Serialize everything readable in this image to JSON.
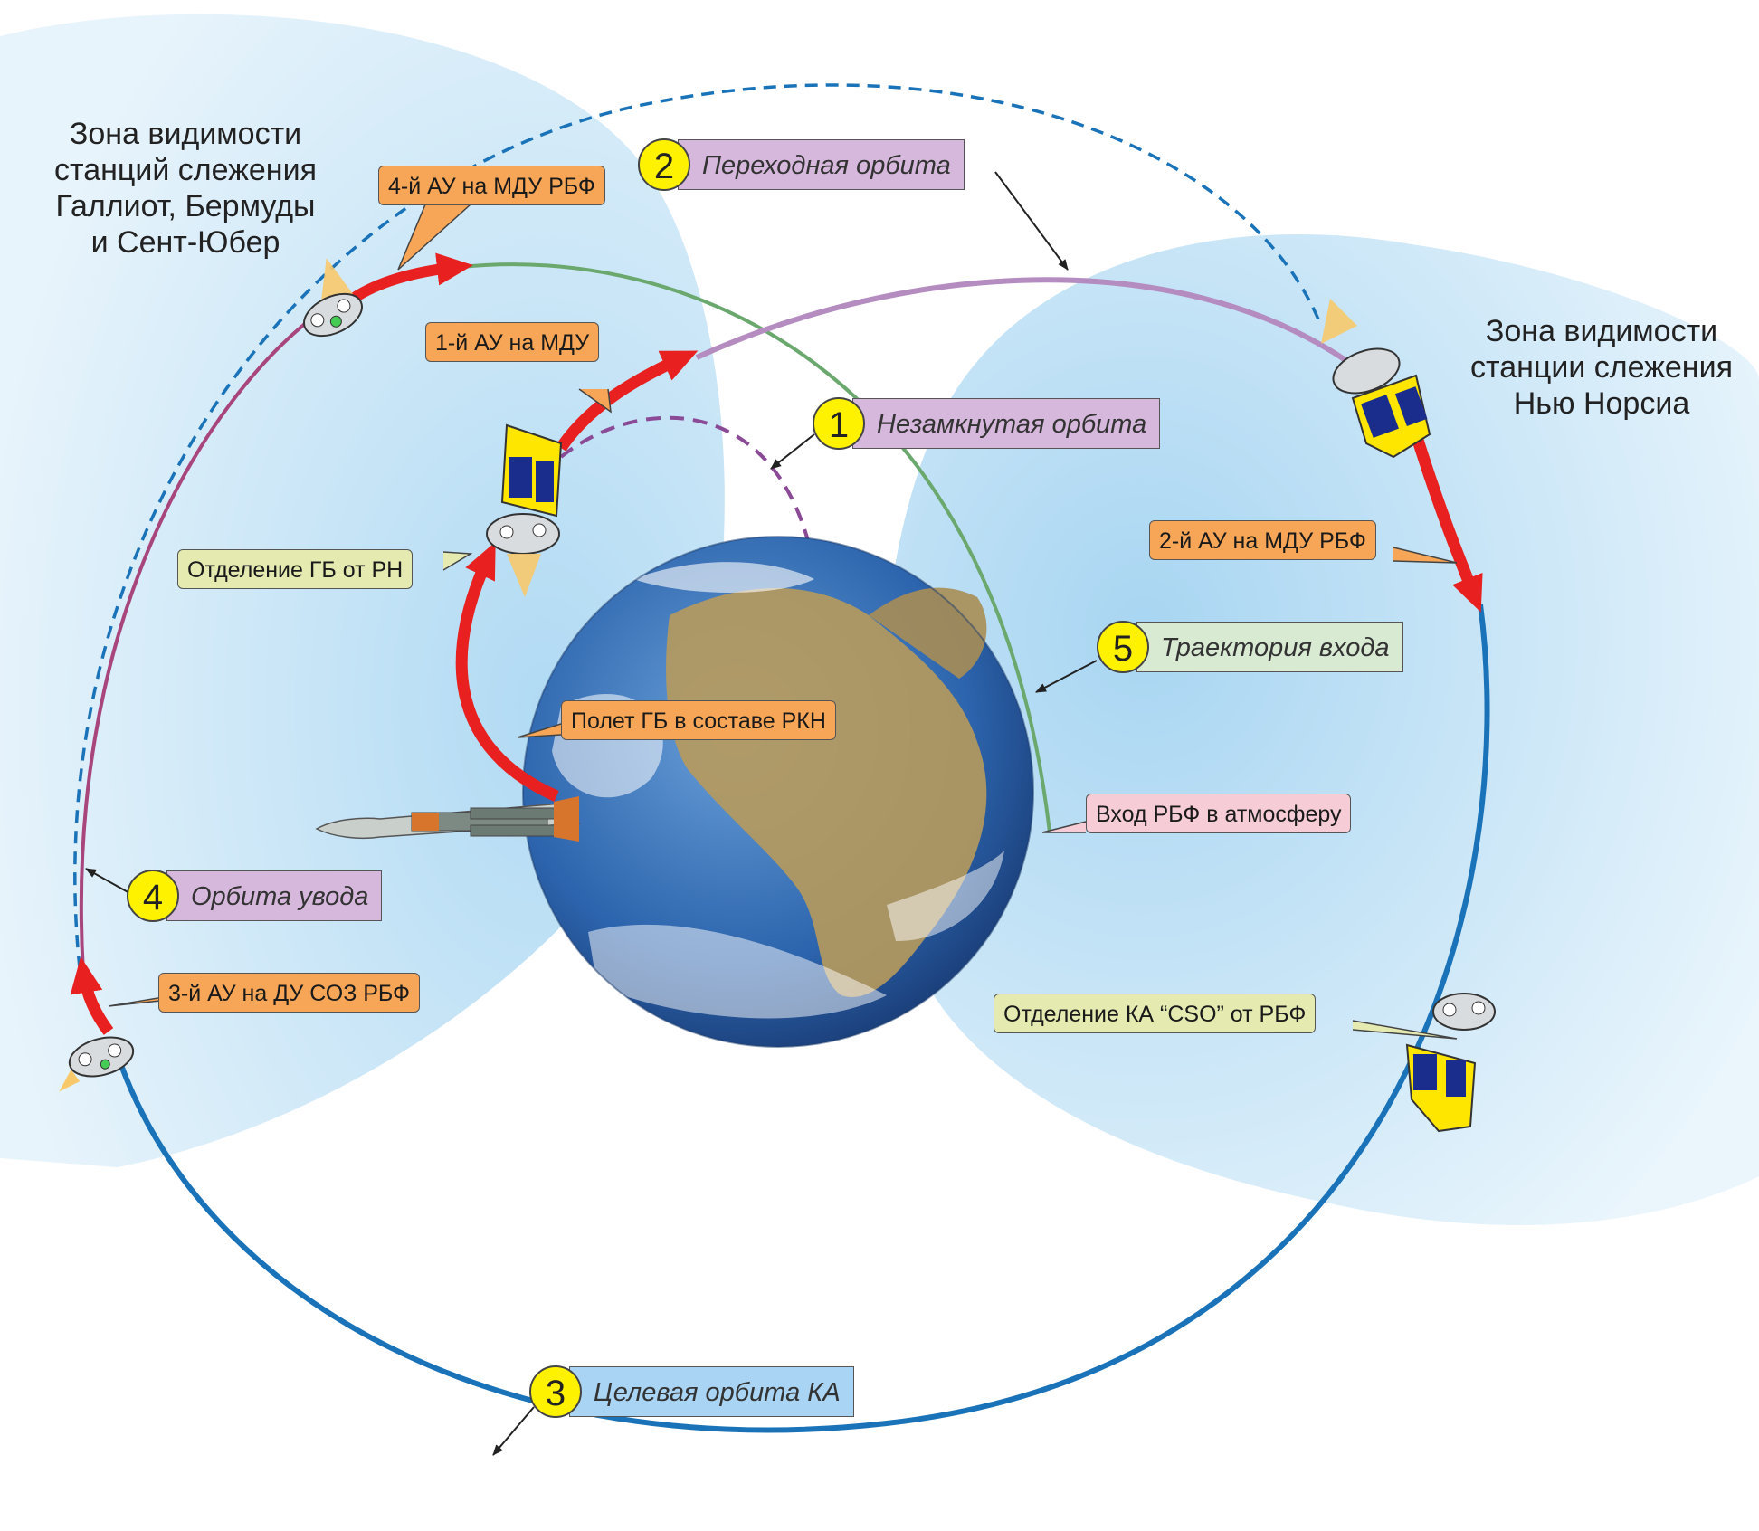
{
  "zones": {
    "west": [
      "Зона видимости",
      "станций слежения",
      "Галлиот, Бермуды",
      "и Сент-Юбер"
    ],
    "east": [
      "Зона видимости",
      "станции слежения",
      "Нью Норсиа"
    ]
  },
  "orbit_labels": {
    "o1": {
      "num": "1",
      "text": "Незамкнутая орбита"
    },
    "o2": {
      "num": "2",
      "text": "Переходная орбита"
    },
    "o3": {
      "num": "3",
      "text": "Целевая орбита КА"
    },
    "o4": {
      "num": "4",
      "text": "Орбита увода"
    },
    "o5": {
      "num": "5",
      "text": "Траектория входа"
    }
  },
  "callouts": {
    "au4": "4-й АУ на МДУ РБФ",
    "au1": "1-й АУ на МДУ",
    "sep_gb": "Отделение ГБ от РН",
    "flight_gb": "Полет ГБ в составе РКН",
    "au2": "2-й АУ на МДУ РБФ",
    "entry": "Вход РБФ в атмосферу",
    "au3": "3-й АУ на ДУ СОЗ РБФ",
    "sep_ka": "Отделение КА “CSO” от РБФ"
  },
  "colors": {
    "target_orbit": "#1a73b8",
    "transfer_orbit": "#b48cc0",
    "deorbit_orbit": "#a8457c",
    "entry_trajectory": "#6ba86e",
    "suborbital": "#8a4a96",
    "burn_arrow": "#e8201f",
    "zone": "#cfe8f8",
    "earth_ocean": "#2f6cb3",
    "earth_land": "#b79a5c"
  }
}
